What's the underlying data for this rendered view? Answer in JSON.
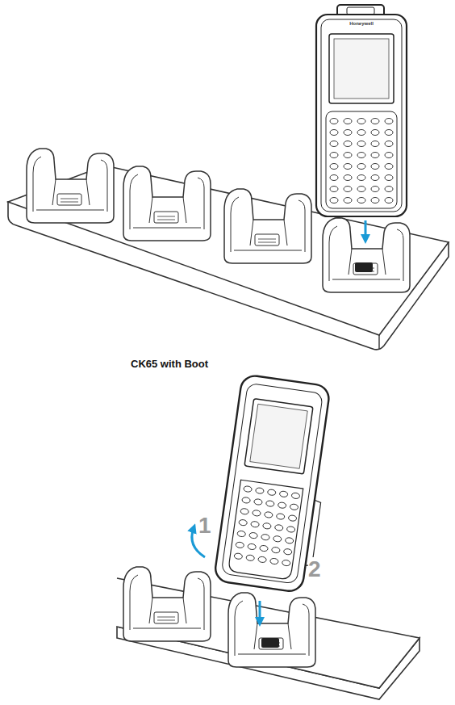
{
  "diagram": {
    "labels": [
      "Honeywell",
      "CK65 with Boot",
      "1",
      "2"
    ]
  }
}
